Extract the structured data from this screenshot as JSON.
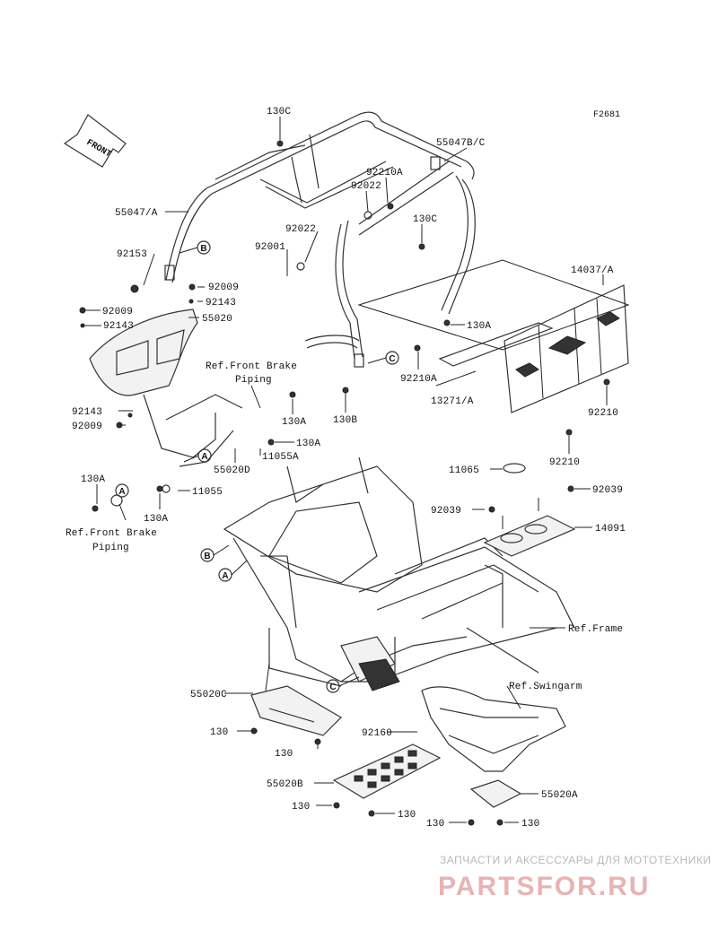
{
  "figure_code": "F2681",
  "front_arrow": {
    "text": "FRONT"
  },
  "labels": {
    "l130c_top": "130C",
    "l55047bc": "55047B/C",
    "l92210a_top": "92210A",
    "l92022_a": "92022",
    "l55047a": "55047/A",
    "l92022_b": "92022",
    "l130c_mid": "130C",
    "l92001": "92001",
    "l92153": "92153",
    "l14037a": "14037/A",
    "l92009_a": "92009",
    "l92143_a": "92143",
    "l92009_b": "92009",
    "l55020": "55020",
    "l92143_b": "92143",
    "l130a_a": "130A",
    "l92210a_mid": "92210A",
    "l13271a": "13271/A",
    "l130b": "130B",
    "l92210_a": "92210",
    "l92143_c": "92143",
    "l92009_c": "92009",
    "l130a_b": "130A",
    "l130a_c": "130A",
    "l55020d": "55020D",
    "l11055a": "11055A",
    "l92210_b": "92210",
    "l11065": "11065",
    "l130a_d": "130A",
    "l11055": "11055",
    "l130a_e": "130A",
    "l92039_a": "92039",
    "l92039_b": "92039",
    "l14091": "14091",
    "l55020c": "55020C",
    "l130_a": "130",
    "l130_b": "130",
    "l92160": "92160",
    "l55020b": "55020B",
    "l130_c": "130",
    "l130_d": "130",
    "l55020a": "55020A",
    "l130_e": "130",
    "l130_f": "130"
  },
  "refs": {
    "front_brake_1a": "Ref.Front Brake",
    "front_brake_1b": "Piping",
    "front_brake_2a": "Ref.Front Brake",
    "front_brake_2b": "Piping",
    "frame": "Ref.Frame",
    "swingarm": "Ref.Swingarm"
  },
  "callouts": {
    "b1": "B",
    "a1": "A",
    "c1": "C",
    "a2": "A",
    "b2": "B",
    "a3": "A",
    "c2": "C"
  },
  "watermark": {
    "top": "ЗАПЧАСТИ И АКСЕССУАРЫ ДЛЯ МОТОТЕХНИКИ",
    "main": "PARTSFOR.RU"
  }
}
